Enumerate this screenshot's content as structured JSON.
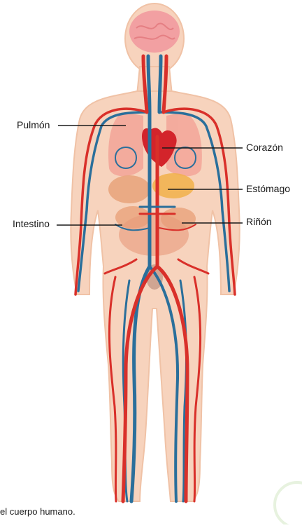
{
  "labels": {
    "lung": "Pulmón",
    "heart": "Corazón",
    "stomach": "Estómago",
    "intestine": "Intestino",
    "kidney": "Riñón"
  },
  "caption": "el cuerpo humano.",
  "colors": {
    "skin": "#f7d3bd",
    "skin_outline": "#f0c2a6",
    "artery": "#d9302a",
    "vein": "#2a6f9b",
    "lung": "#f3a79a",
    "heart": "#d3242b",
    "digestive": "#e8a27a",
    "brain": "#f2a0a2",
    "watermark": "#d7e9c9"
  }
}
